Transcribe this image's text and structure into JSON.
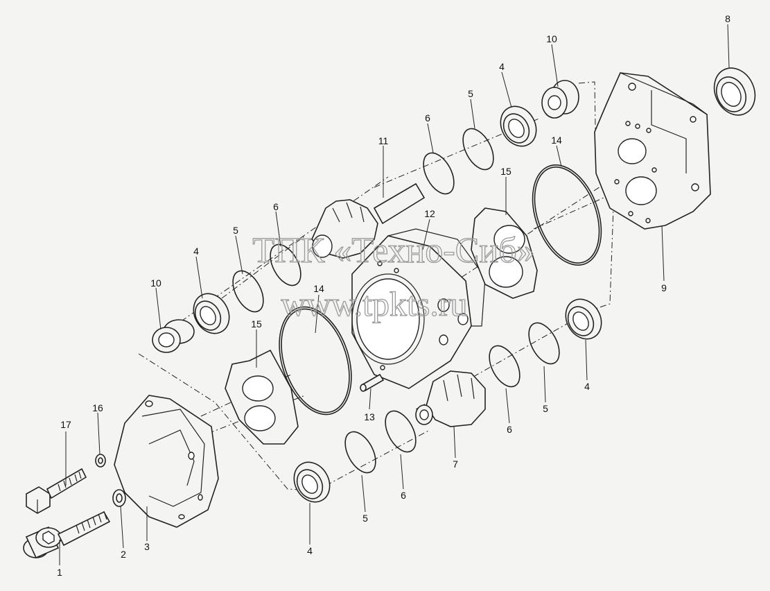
{
  "watermark": {
    "line1": "ТПК «Техно-Сиб»",
    "line2": "www.tpkts.ru"
  },
  "callouts": {
    "c1": "1",
    "c2": "2",
    "c3": "3",
    "c4a": "4",
    "c4b": "4",
    "c4c": "4",
    "c4d": "4",
    "c5a": "5",
    "c5b": "5",
    "c5c": "5",
    "c5d": "5",
    "c6a": "6",
    "c6b": "6",
    "c6c": "6",
    "c6d": "6",
    "c7": "7",
    "c8": "8",
    "c9": "9",
    "c10a": "10",
    "c10b": "10",
    "c11": "11",
    "c12": "12",
    "c13": "13",
    "c14a": "14",
    "c14b": "14",
    "c15a": "15",
    "c15b": "15",
    "c16": "16",
    "c17": "17"
  }
}
